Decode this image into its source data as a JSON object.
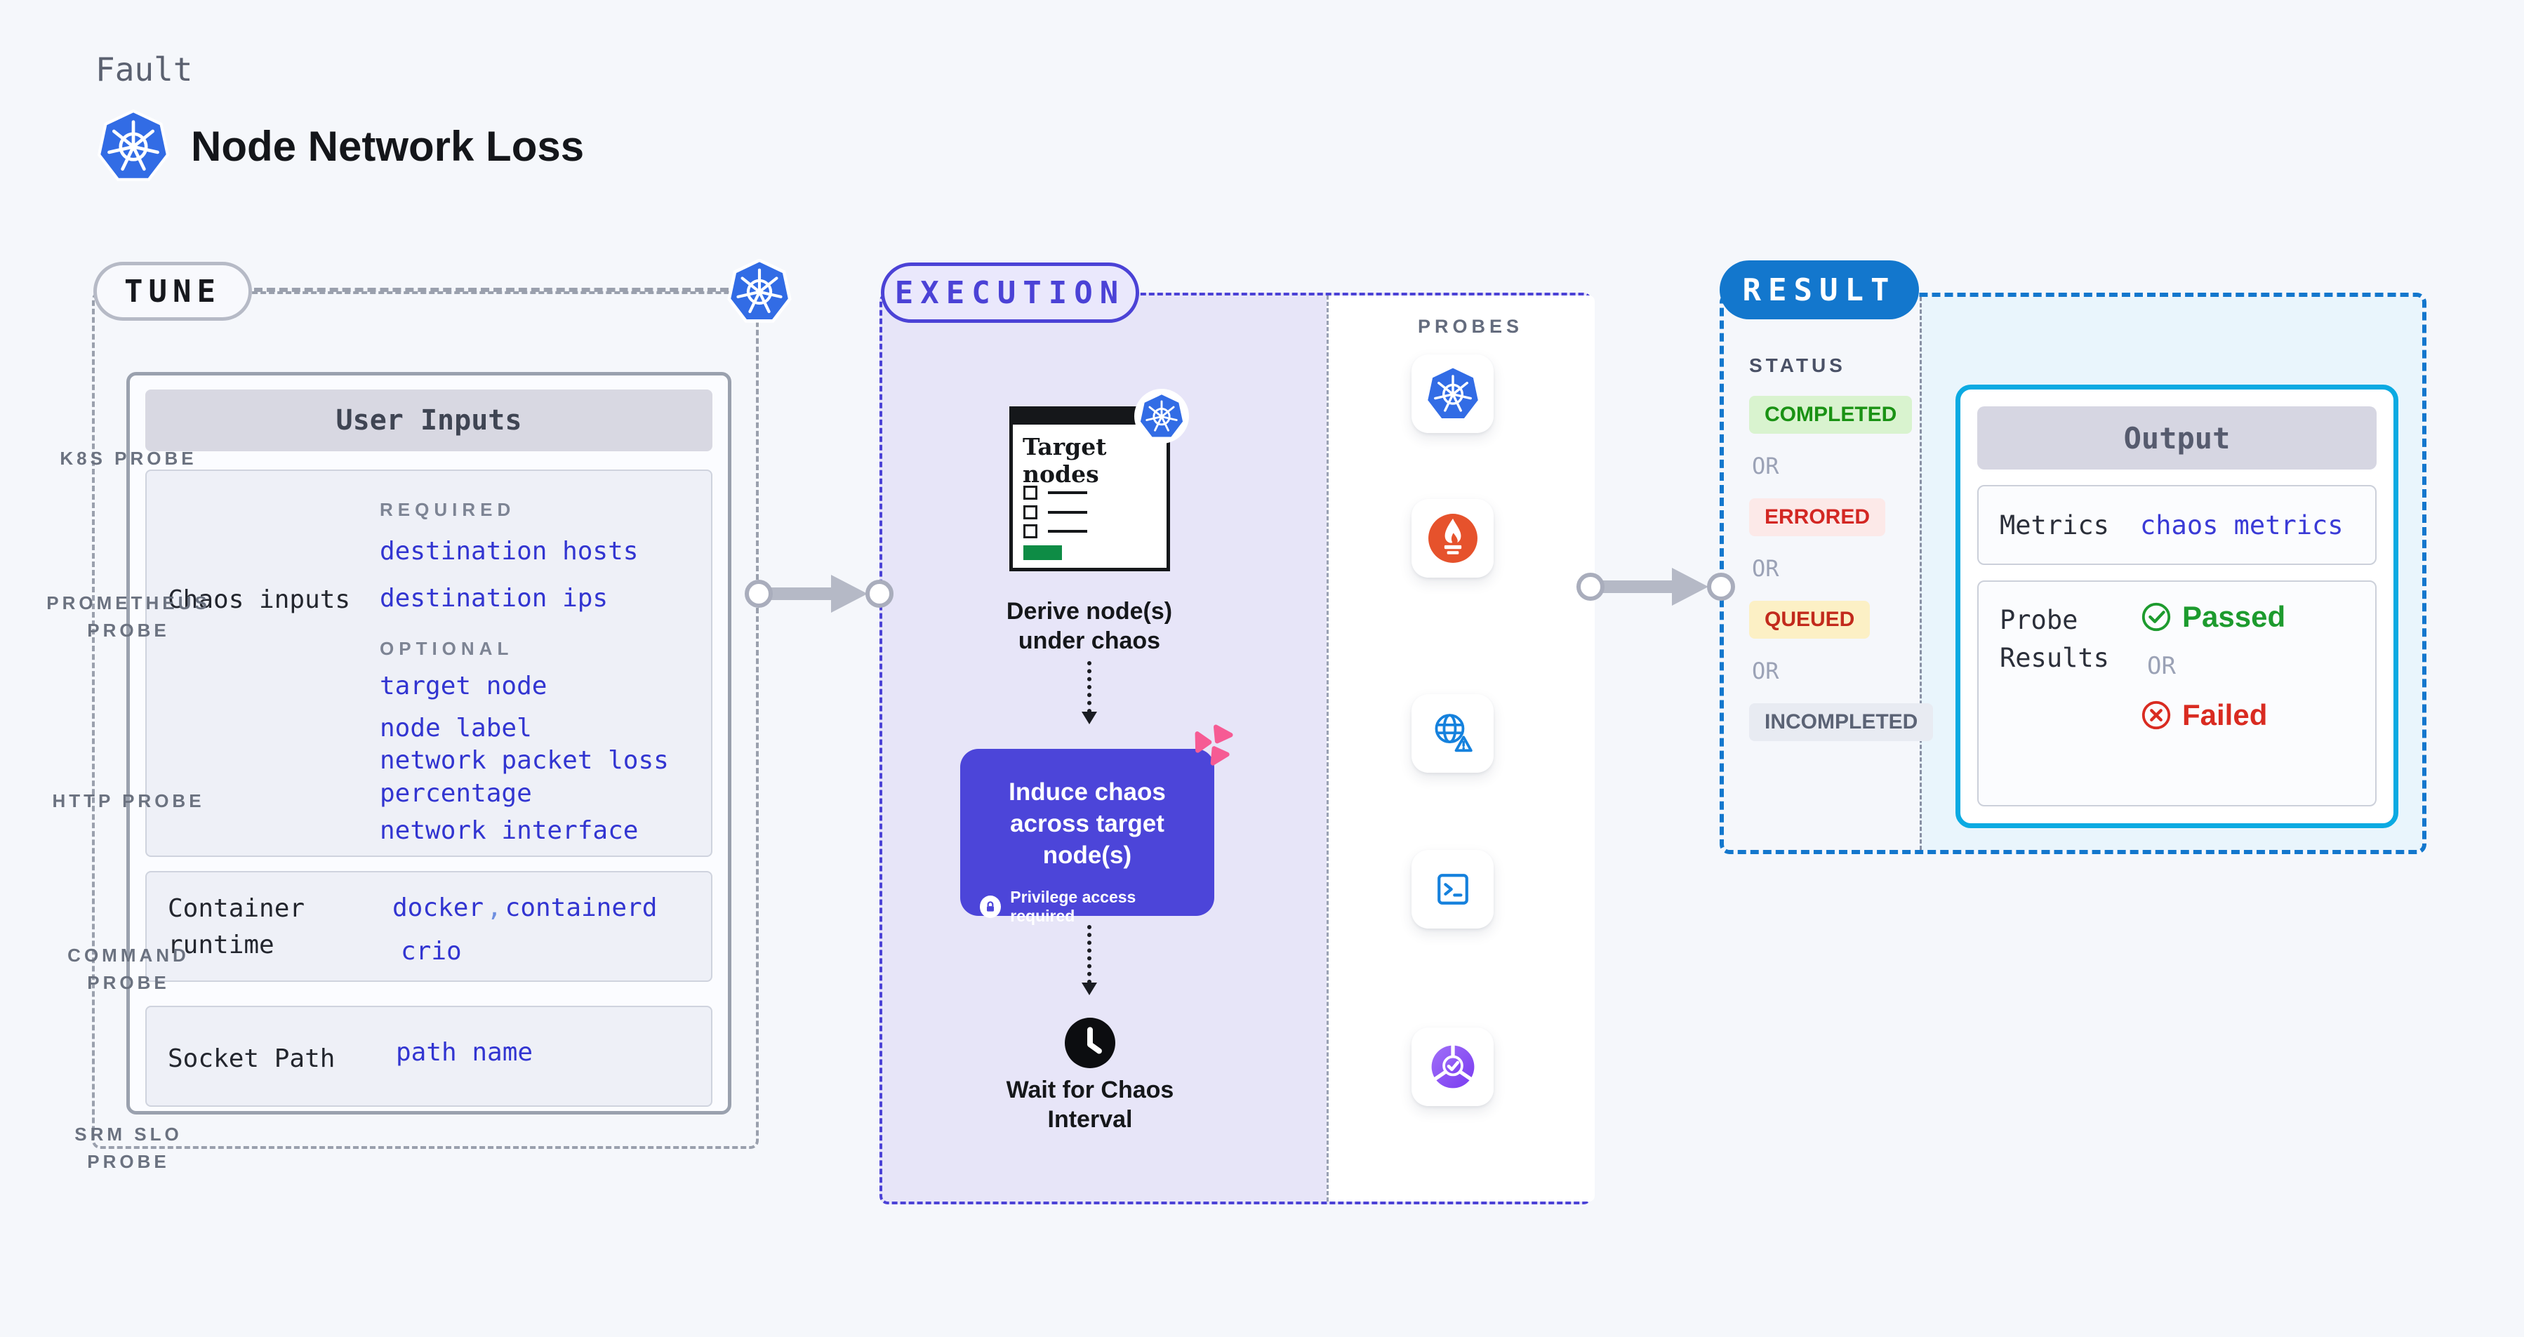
{
  "header": {
    "eyebrow": "Fault",
    "title": "Node Network Loss"
  },
  "tune": {
    "badge": "TUNE",
    "user_inputs_title": "User Inputs",
    "chaos_inputs_label": "Chaos inputs",
    "required_heading": "REQUIRED",
    "required_items": [
      "destination hosts",
      "destination ips"
    ],
    "optional_heading": "OPTIONAL",
    "optional_items": [
      "target node",
      "node label",
      "network packet loss percentage",
      "network interface"
    ],
    "container_runtime_label": "Container runtime",
    "runtime_values": [
      "docker",
      "containerd",
      "crio"
    ],
    "runtime_separator": ",",
    "socket_path_label": "Socket Path",
    "socket_path_value": "path name"
  },
  "execution": {
    "badge": "EXECUTION",
    "target_card_title": "Target nodes",
    "derive_caption": "Derive node(s) under chaos",
    "induce_caption": "Induce chaos across target node(s)",
    "privilege_note": "Privilege access required",
    "wait_caption": "Wait for Chaos Interval"
  },
  "probes": {
    "heading": "PROBES",
    "items": [
      {
        "label": "K8S PROBE",
        "icon": "kubernetes-icon"
      },
      {
        "label": "PROMETHEUS PROBE",
        "icon": "prometheus-flame-icon"
      },
      {
        "label": "HTTP PROBE",
        "icon": "globe-alert-icon"
      },
      {
        "label": "COMMAND PROBE",
        "icon": "terminal-icon"
      },
      {
        "label": "SRM SLO PROBE",
        "icon": "slo-donut-check-icon"
      }
    ]
  },
  "result": {
    "badge": "RESULT",
    "status_heading": "STATUS",
    "or_label": "OR",
    "statuses": [
      {
        "label": "COMPLETED",
        "bg": "#d9f3cf",
        "color": "#1a9214"
      },
      {
        "label": "ERRORED",
        "bg": "#fce9e8",
        "color": "#d32723"
      },
      {
        "label": "QUEUED",
        "bg": "#fcf0c5",
        "color": "#c22a1c"
      },
      {
        "label": "INCOMPLETED",
        "bg": "#e8ebf2",
        "color": "#5b6375"
      }
    ],
    "output": {
      "title": "Output",
      "metrics_label": "Metrics",
      "metrics_value": "chaos metrics",
      "probe_results_label": "Probe Results",
      "passed_label": "Passed",
      "failed_label": "Failed"
    }
  },
  "colors": {
    "kubernetes_blue": "#326ce5",
    "execution_indigo": "#4b42d6",
    "induce_card": "#4c45d9",
    "result_blue": "#1377cd",
    "output_border": "#0baae2",
    "link_blue": "#3235d1",
    "passed_green": "#1d9b2e",
    "failed_red": "#d92b21",
    "prometheus_orange": "#e6522c",
    "probe_icon_blue": "#1581dd",
    "srm_purple": "#8a4bf2",
    "chaos_pink": "#f65b94",
    "target_progress_green": "#0e8c45",
    "page_background": "#f5f7fb"
  }
}
